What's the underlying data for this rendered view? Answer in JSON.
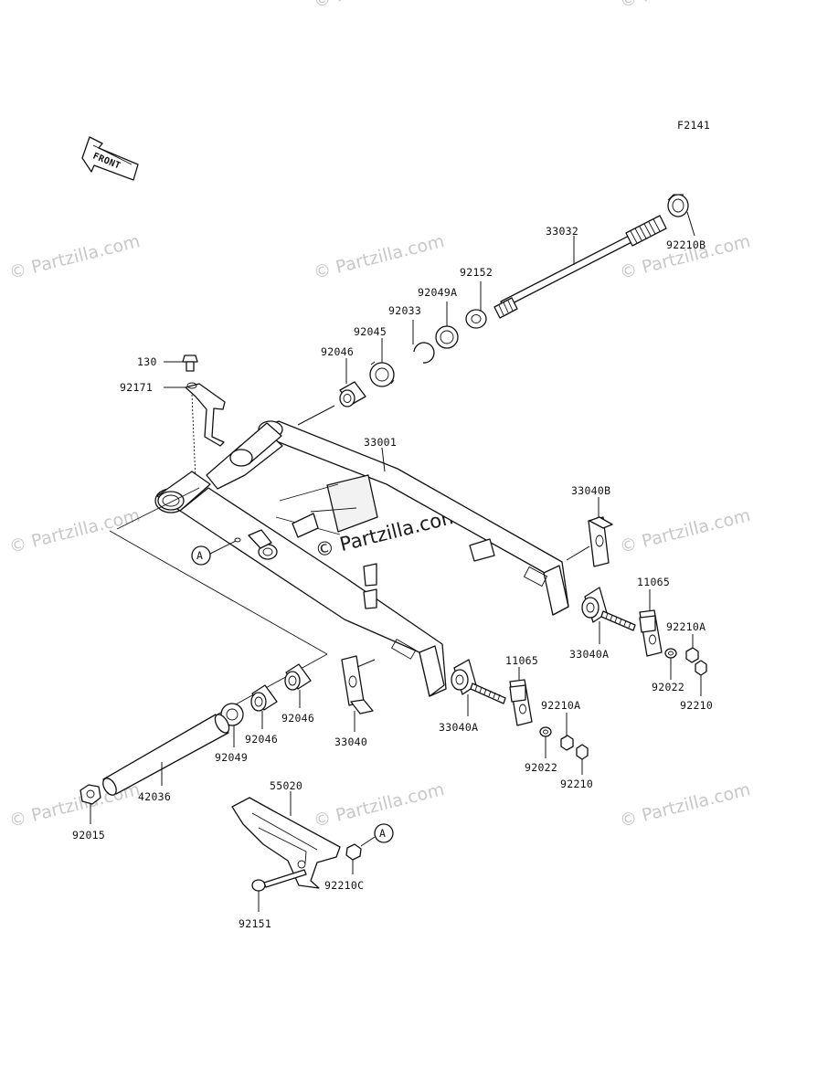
{
  "figure_id": "F2141",
  "front_label": "FRONT",
  "watermark": "© Partzilla.com",
  "callouts": {
    "p33032": "33032",
    "p92210B": "92210B",
    "p92152": "92152",
    "p92049A": "92049A",
    "p92033": "92033",
    "p92045": "92045",
    "p92046_top": "92046",
    "p130": "130",
    "p92171": "92171",
    "p33001": "33001",
    "p33040B": "33040B",
    "p11065_right": "11065",
    "p92210A_right": "92210A",
    "p33040A_right": "33040A",
    "p92022_right": "92022",
    "p92210_right": "92210",
    "p11065_mid": "11065",
    "p92210A_mid": "92210A",
    "p33040A_mid": "33040A",
    "p92022_mid": "92022",
    "p92210_mid": "92210",
    "p92046_mid": "92046",
    "p92046_low": "92046",
    "p33040": "33040",
    "p92049": "92049",
    "p42036": "42036",
    "p92015": "92015",
    "p55020": "55020",
    "p92210C": "92210C",
    "p92151": "92151",
    "ref_a1": "A",
    "ref_a2": "A"
  }
}
